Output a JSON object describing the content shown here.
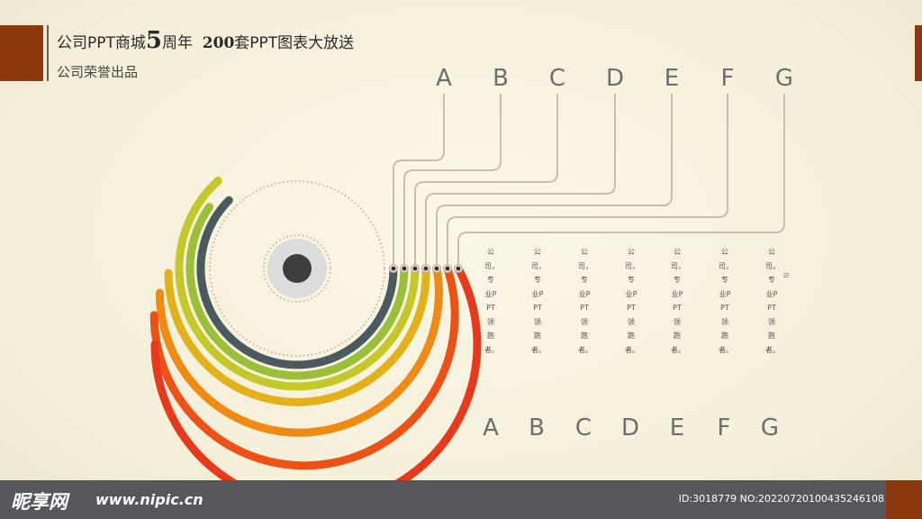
{
  "header": {
    "title_prefix": "公司PPT商城",
    "title_number": "5",
    "title_mid": "周年",
    "title_bold": "200",
    "title_suffix": "套PPT图表大放送",
    "subtitle": "公司荣誉出品"
  },
  "top_labels": [
    "A",
    "B",
    "C",
    "D",
    "E",
    "F",
    "G"
  ],
  "bottom_labels": [
    "A",
    "B",
    "C",
    "D",
    "E",
    "F",
    "G"
  ],
  "columns": [
    {
      "text": "公司，专业PPT领跑者。"
    },
    {
      "text": "公司，专业PPT领跑者。"
    },
    {
      "text": "公司，专业PPT领跑者。"
    },
    {
      "text": "公司，专业PPT领跑者。"
    },
    {
      "text": "公司，专业PPT领跑者。"
    },
    {
      "text": "公司，专业PPT领跑者。"
    },
    {
      "text": "公司，专业PPT领跑者。"
    }
  ],
  "stray_mark": "ㄹ",
  "arcs": [
    {
      "label": "slate",
      "color": "#4b5a5e"
    },
    {
      "label": "green",
      "color": "#9cbf3a"
    },
    {
      "label": "yellow-green",
      "color": "#c5c82b"
    },
    {
      "label": "gold",
      "color": "#e3b21a"
    },
    {
      "label": "orange",
      "color": "#f08a13"
    },
    {
      "label": "red-orange",
      "color": "#ee5115"
    },
    {
      "label": "red",
      "color": "#e8391c"
    }
  ],
  "line_color": "#cbbcae",
  "footer": {
    "logo": "昵享网",
    "url": "www.nipic.cn",
    "id_text": "ID:3018779 NO:20220720100435246108"
  }
}
